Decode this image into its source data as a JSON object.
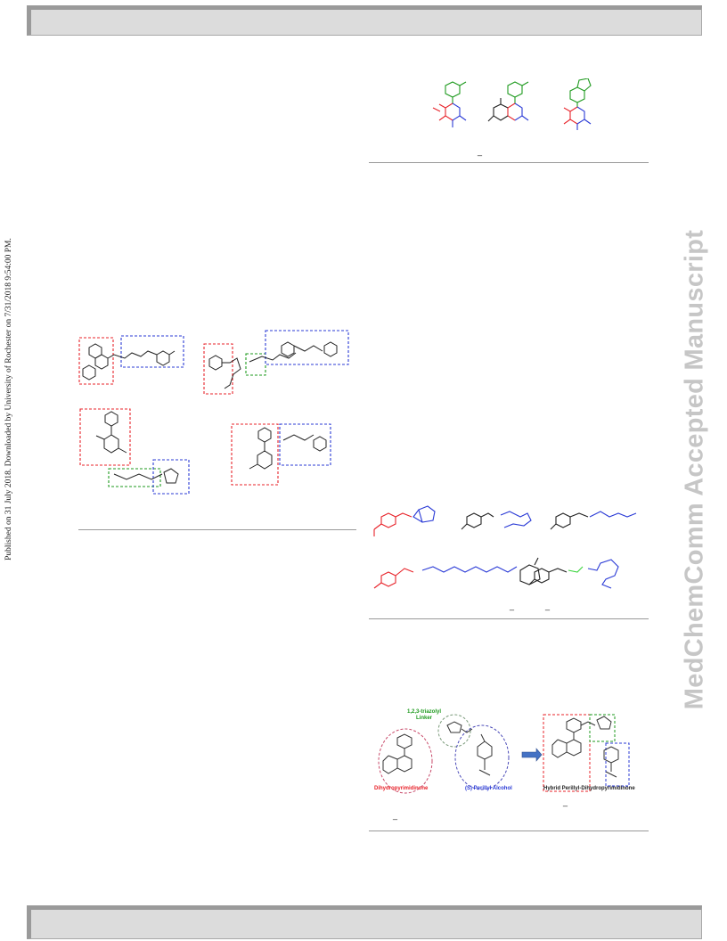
{
  "sidebar_note": "Published on 31 July 2018. Downloaded by University of Rochester on 7/31/2018 9:54:00 PM.",
  "watermark": "MedChemComm Accepted Manuscript",
  "figure_hybrid": {
    "label_linker": "1,2,3-triazolyl\nLinker",
    "label_dhpm": "Dihydropyrimidinone",
    "label_alcohol": "(S) Perillyl Alcohol",
    "label_hybrid": "Hybrid Perillyl-Dihydropyrimidinone",
    "dash_mark": "_"
  },
  "figure_dhpm_top": {
    "dash_mark": "_"
  },
  "figure_perillyl": {
    "dash_mark_1": "_",
    "dash_mark_2": "_"
  },
  "figure_hybrid_extra": {
    "dash_mark": "_"
  },
  "colors": {
    "red": "#e8232a",
    "blue": "#2b3bd6",
    "green": "#1e9a1e",
    "bright_green": "#39d43b",
    "black": "#222222",
    "bar": "#dcdcdc"
  }
}
